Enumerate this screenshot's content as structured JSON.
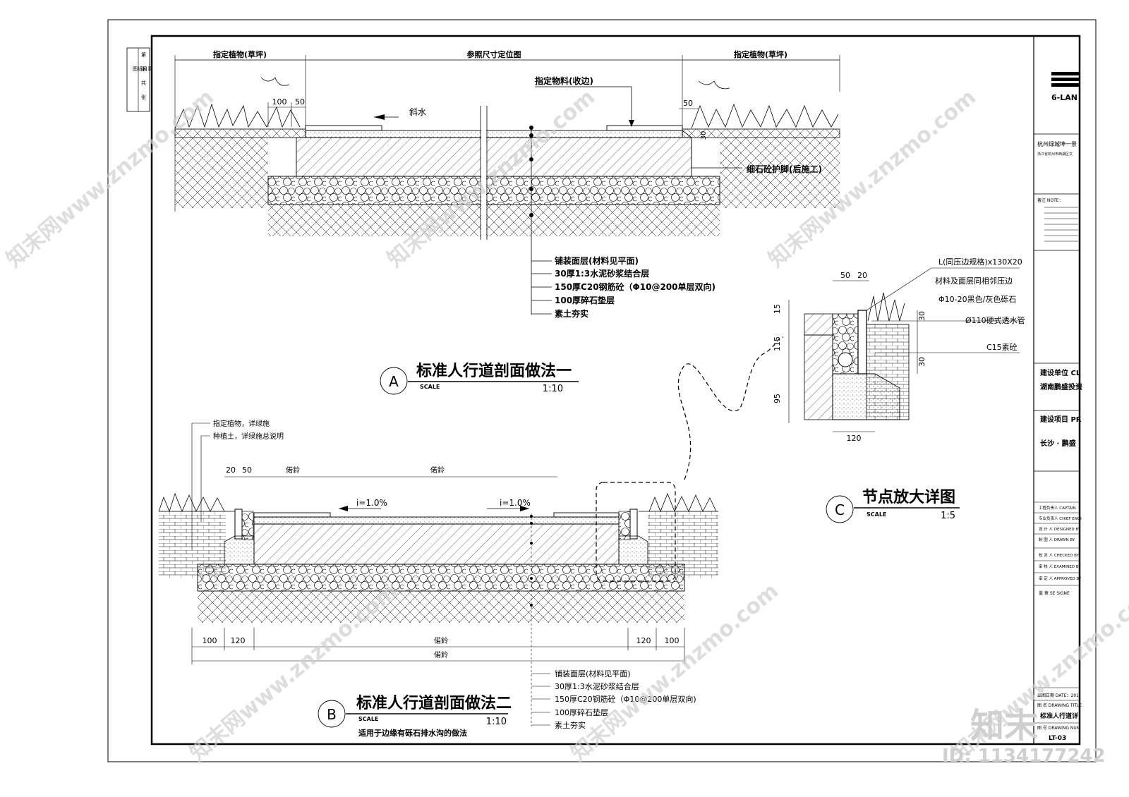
{
  "section_a": {
    "top_left_label": "指定植物(草坪)",
    "top_mid_label": "参照尺寸定位图",
    "top_right_label": "指定植物(草坪)",
    "dim_100": "100",
    "dim_50_left": "50",
    "dim_50_right": "50",
    "dim_30": "30",
    "slope": "斜水",
    "edge_material": "指定物料(收边)",
    "fine_stone": "细石砼护脚(后施工)",
    "layers": [
      "铺装面层(材料见平面)",
      "30厚1:3水泥砂浆结合层",
      "150厚C20钢筋砼（Φ10@200单层双向)",
      "100厚碎石垫层",
      "素土夯实"
    ],
    "title_marker": "A",
    "title": "标准人行道剖面做法一",
    "scale_label": "SCALE",
    "scale": "1:10"
  },
  "section_b": {
    "note_plant": "指定植物，详绿施",
    "note_soil": "种植土，详绿施总说明",
    "dim_20": "20",
    "dim_50": "50",
    "var_left": "偌鈴",
    "var_mid": "偌鈴",
    "slope_left": "i=1.0%",
    "slope_right": "i=1.0%",
    "dim_100_l": "100",
    "dim_120_l": "120",
    "var_bottom": "偌鈴",
    "dim_120_r": "120",
    "dim_100_r": "100",
    "var_total": "偌鈴",
    "layers": [
      "铺装面层(材料见平面)",
      "30厚1:3水泥砂浆结合层",
      "150厚C20钢筋砼（Φ10@200单层双向)",
      "100厚碎石垫层",
      "素土夯实"
    ],
    "title_marker": "B",
    "title": "标准人行道剖面做法二",
    "scale_label": "SCALE",
    "scale": "1:10",
    "subtitle": "适用于边缘有砾石排水沟的做法"
  },
  "section_c": {
    "dim_50": "50",
    "dim_20": "20",
    "dim_15": "15",
    "dim_115": "115",
    "dim_95": "95",
    "dim_30a": "30",
    "dim_30b": "30",
    "dim_120": "120",
    "notes": [
      "L(同压边规格)x130X20",
      "材料及面层同相邻压边",
      "Φ10-20黑色/灰色砾石",
      "Ø110硬式透水管",
      "C15素砼"
    ],
    "title_marker": "C",
    "title": "节点放大详图",
    "scale_label": "SCALE",
    "scale": "1:5"
  },
  "left_strip": [
    "图纸目录",
    "第",
    "张",
    "共",
    "张"
  ],
  "title_block": {
    "logo": "6-LAN",
    "project_line": "杭州绿城坤一景",
    "address": "浙江省杭州市西湖区文",
    "notes_label": "备注 NOTE：",
    "client_label": "建设单位 CL",
    "client": "湖南鹏盛投资",
    "project_label": "建设项目 PR",
    "project": "长沙 · 鹏盛",
    "roles": [
      "工程负责人 CAPTAIN",
      "专业负责人 CHIEF ENGI",
      "设 计 人 DESIGNED BY",
      "制 图 人 DRAWN BY",
      "校 对 人 CHECKED BY",
      "审 核 人 EXAMINED BY",
      "审 定 人 APPROVED BY"
    ],
    "signed": "盖 章 SE  SIGNE",
    "date": "出图日期 DATE：201",
    "drawing_title_label": "图 名 DRAWING TITLE",
    "drawing_title": "标准人行道详",
    "drawing_number_label": "图 号 DRAWING NUM",
    "drawing_number": "LT-03"
  },
  "watermark": {
    "brand": "知末",
    "site": "知末网www.znzmo.com",
    "id": "ID: 1134177242"
  }
}
